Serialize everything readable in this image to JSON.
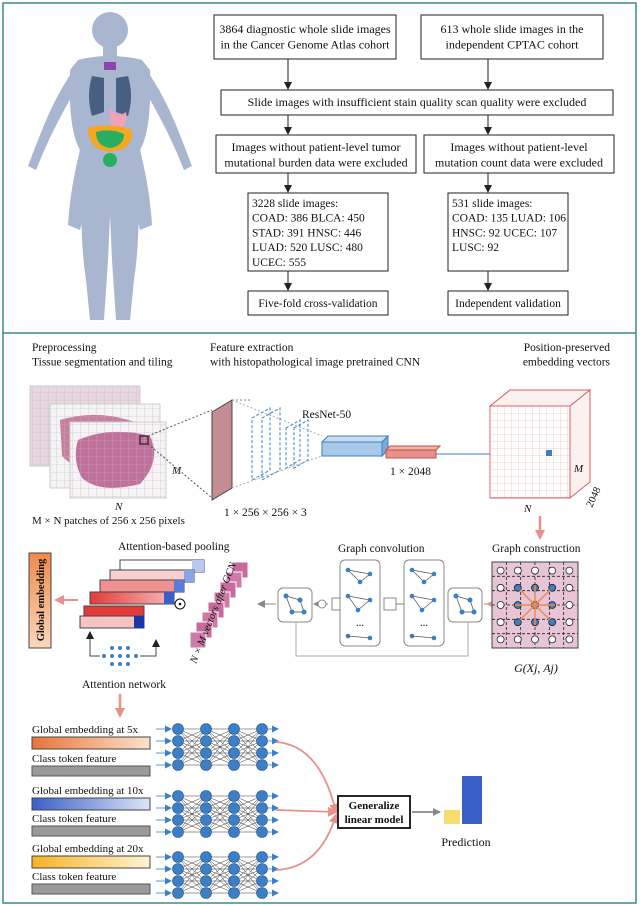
{
  "colors": {
    "frame": "#3b8a86",
    "arrow": "#222222",
    "pink_arrow": "#e8908a",
    "body": "#a9b6cf",
    "tissue": "#c87fa0",
    "global_embedding": "#f08a4b",
    "blue_bar": "#3a5fc8",
    "yellow_bar": "#f7dd6e",
    "node": "#3c7fc5"
  },
  "flow": {
    "tcga": "3864 diagnostic whole slide images\nin the Cancer Genome Atlas cohort",
    "cptac": "613 whole slide images in the\nindependent CPTAC  cohort",
    "excluded": "Slide images with insufficient stain quality scan quality were excluded",
    "tmb_excluded": "Images without patient-level tumor\nmutational burden data were excluded",
    "mc_excluded": "Images without patient-level\nmutation count data were excluded",
    "tcga_counts": "3228 slide images:\nCOAD: 386  BLCA: 450\nSTAD: 391  HNSC: 446\nLUAD: 520  LUSC: 480\nUCEC: 555",
    "cptac_counts": "531 slide images:\nCOAD: 135  LUAD: 106\nHNSC: 92     UCEC: 107\nLUSC: 92",
    "cross_validation": "Five-fold cross-validation",
    "independent_validation": "Independent validation"
  },
  "pipeline": {
    "preprocessing": "Preprocessing\nTissue segmentation and tiling",
    "feature_extraction": "Feature extraction\nwith histopathological image pretrained CNN",
    "position_preserved": "Position-preserved\nembedding vectors",
    "resnet": "ResNet-50",
    "dim_1x2048": "1 × 2048",
    "dim_input": "1 × 256 × 256 × 3",
    "patches": "M × N patches of 256 x 256 pixels",
    "m": "M",
    "n": "N",
    "m_cube": "M",
    "n_cube": "N",
    "d_cube": "2048",
    "attention_pooling": "Attention-based pooling",
    "graph_convolution": "Graph convolution",
    "graph_construction": "Graph construction",
    "global_embedding": "Global embedding",
    "nxm_vectors": "N × M vectors after GCN",
    "attention_network": "Attention network",
    "graph_formula": "G(Xj, Aj)",
    "ellipsis": "...",
    "dot_op": "⊙"
  },
  "prediction": {
    "ge_5x": "Global embedding at 5x",
    "ge_10x": "Global embedding at 10x",
    "ge_20x": "Global embedding at 20x",
    "class_token": "Class token feature",
    "glm": "Generalize\nlinear model",
    "prediction": "Prediction"
  }
}
